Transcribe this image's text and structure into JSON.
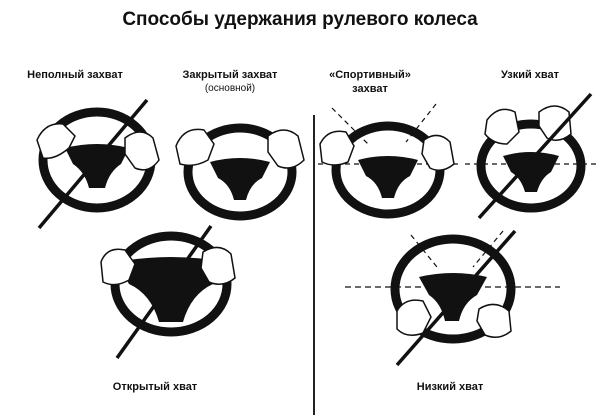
{
  "title": "Способы удержания рулевого колеса",
  "grips": [
    {
      "label": "Неполный захват",
      "sub": "",
      "crossed": true
    },
    {
      "label": "Закрытый захват",
      "sub": "(основной)",
      "crossed": false
    },
    {
      "label": "«Спортивный»",
      "sub": "захват",
      "crossed": false
    },
    {
      "label": "Узкий хват",
      "sub": "",
      "crossed": true
    },
    {
      "label": "Открытый хват",
      "sub": "",
      "crossed": true
    },
    {
      "label": "Низкий хват",
      "sub": "",
      "crossed": true
    }
  ],
  "colors": {
    "ink": "#111111",
    "paper": "#ffffff"
  }
}
